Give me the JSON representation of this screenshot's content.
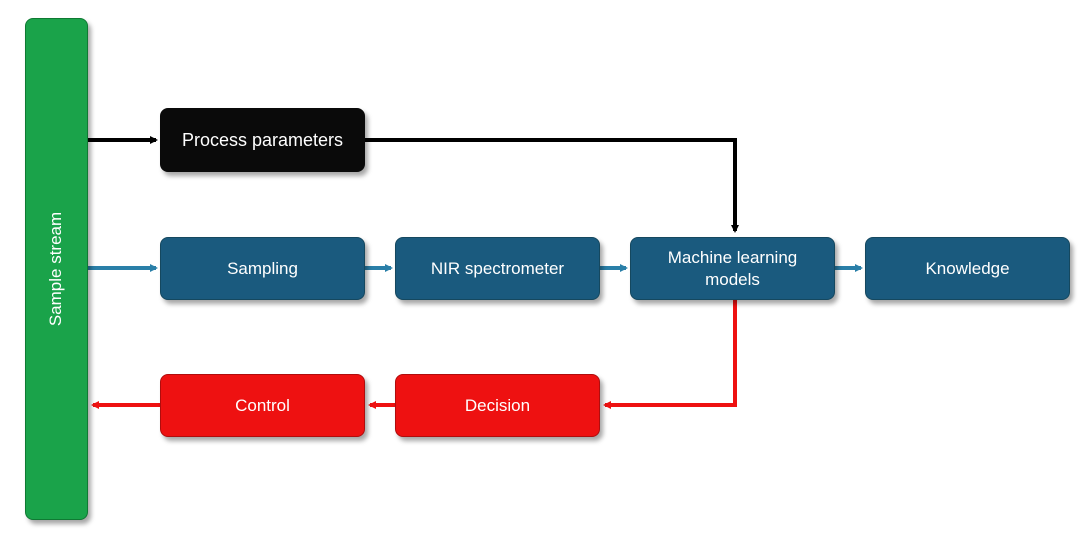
{
  "diagram": {
    "nodes": {
      "sample_stream": "Sample stream",
      "process_parameters": "Process parameters",
      "sampling": "Sampling",
      "nir_spectrometer": "NIR spectrometer",
      "machine_learning_models": "Machine learning models",
      "knowledge": "Knowledge",
      "decision": "Decision",
      "control": "Control"
    },
    "edges": [
      {
        "from": "Sample stream",
        "to": "Process parameters",
        "color": "#000000"
      },
      {
        "from": "Process parameters",
        "to": "Machine learning models",
        "color": "#000000"
      },
      {
        "from": "Sample stream",
        "to": "Sampling",
        "color": "#2a7fa8"
      },
      {
        "from": "Sampling",
        "to": "NIR spectrometer",
        "color": "#2a7fa8"
      },
      {
        "from": "NIR spectrometer",
        "to": "Machine learning models",
        "color": "#2a7fa8"
      },
      {
        "from": "Machine learning models",
        "to": "Knowledge",
        "color": "#2a7fa8"
      },
      {
        "from": "Machine learning models",
        "to": "Decision",
        "color": "#ee1111"
      },
      {
        "from": "Decision",
        "to": "Control",
        "color": "#ee1111"
      },
      {
        "from": "Control",
        "to": "Sample stream",
        "color": "#ee1111"
      }
    ],
    "colors": {
      "stream": "#1aa34a",
      "parameters": "#0a0a0a",
      "analysis": "#1a5a7e",
      "control_loop": "#ee1111"
    }
  }
}
